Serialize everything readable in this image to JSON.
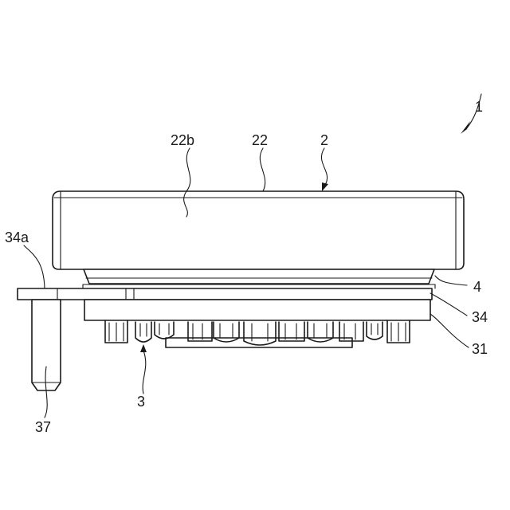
{
  "labels": {
    "assembly": "1",
    "body": "2",
    "leds": "3",
    "seal": "4",
    "cover": "22",
    "cover_surface": "22b",
    "flange": "34",
    "flange_tab": "34a",
    "board": "31",
    "pin": "37"
  }
}
